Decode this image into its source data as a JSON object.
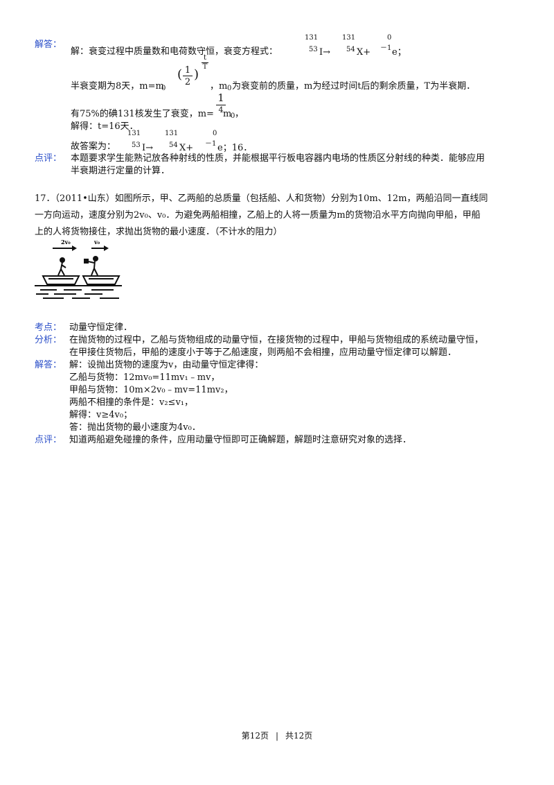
{
  "s16": {
    "answer_label": "解答：",
    "line1_text": "解：衰变过程中质量数和电荷数守恒，衰变方程式：",
    "eq1": {
      "iodine_mass": "131",
      "iodine_charge": "53",
      "iodine_sym": "I→",
      "x_mass": "131",
      "x_charge": "54",
      "x_sym": "X+",
      "e_mass": "0",
      "e_charge": "－1",
      "e_sym": "e；"
    },
    "line2_prefix": "半衰变期为8天，m=m",
    "line2_sub0": "0",
    "line2_frac_num": "1",
    "line2_frac_den": "2",
    "line2_exp_num": "t",
    "line2_exp_den": "T",
    "line2_suffix": "，m",
    "line2_sub1": "0",
    "line2_rest": "为衰变前的质量，m为经过时间t后的剩余质量，T为半衰期．",
    "line3_text": "有75%的碘131核发生了衰变，m=",
    "line3_frac_num": "1",
    "line3_frac_den": "4",
    "line3_tail": "m",
    "line3_sub": "0",
    "line3_end": "，",
    "line4_text": "解得：t=16天．",
    "line5_text": "故答案为：",
    "eq2": {
      "iodine_mass": "131",
      "iodine_charge": "53",
      "iodine_sym": "I→",
      "x_mass": "131",
      "x_charge": "54",
      "x_sym": "X+",
      "e_mass": "0",
      "e_charge": "－1",
      "e_sym": "e；16．"
    },
    "comment_label": "点评：",
    "comment_line1": "本题要求学生能熟记放各种射线的性质，并能根据平行板电容器内电场的性质区分射线的种类．能够应用",
    "comment_line2": "半衰期进行定量的计算．"
  },
  "q17": {
    "line1": "17．（2011•山东）如图所示，甲、乙两船的总质量（包括船、人和货物）分别为10m、12m，两船沿同一直线同",
    "line2": "一方向运动，速度分别为2v₀、v₀．为避免两船相撞，乙船上的人将一质量为m的货物沿水平方向抛向甲船，甲船",
    "line3": "上的人将货物接住，求抛出货物的最小速度．（不计水的阻力）",
    "figure_label_left": "2v₀",
    "figure_label_right": "v₀"
  },
  "s17": {
    "point_label": "考点：",
    "point_text": "动量守恒定律．",
    "analysis_label": "分析：",
    "analysis_line1": "在抛货物的过程中，乙船与货物组成的动量守恒，在接货物的过程中，甲船与货物组成的系统动量守恒，",
    "analysis_line2": "在甲接住货物后，甲船的速度小于等于乙船速度，则两船不会相撞，应用动量守恒定律可以解题．",
    "answer_label": "解答：",
    "answer_line1": "解：设抛出货物的速度为v，由动量守恒定律得：",
    "answer_line2": "乙船与货物：12mv₀=11mv₁﹣mv，",
    "answer_line3": "甲船与货物：10m×2v₀﹣mv=11mv₂，",
    "answer_line4": "两船不相撞的条件是：v₂≤v₁，",
    "answer_line5": "解得：v≥4v₀；",
    "answer_line6": "答：抛出货物的最小速度为4v₀．",
    "comment_label": "点评：",
    "comment_text": "知道两船避免碰撞的条件，应用动量守恒即可正确解题，解题时注意研究对象的选择．"
  },
  "footer": {
    "page_current": "第12页",
    "separator": "|",
    "page_total": "共12页"
  }
}
